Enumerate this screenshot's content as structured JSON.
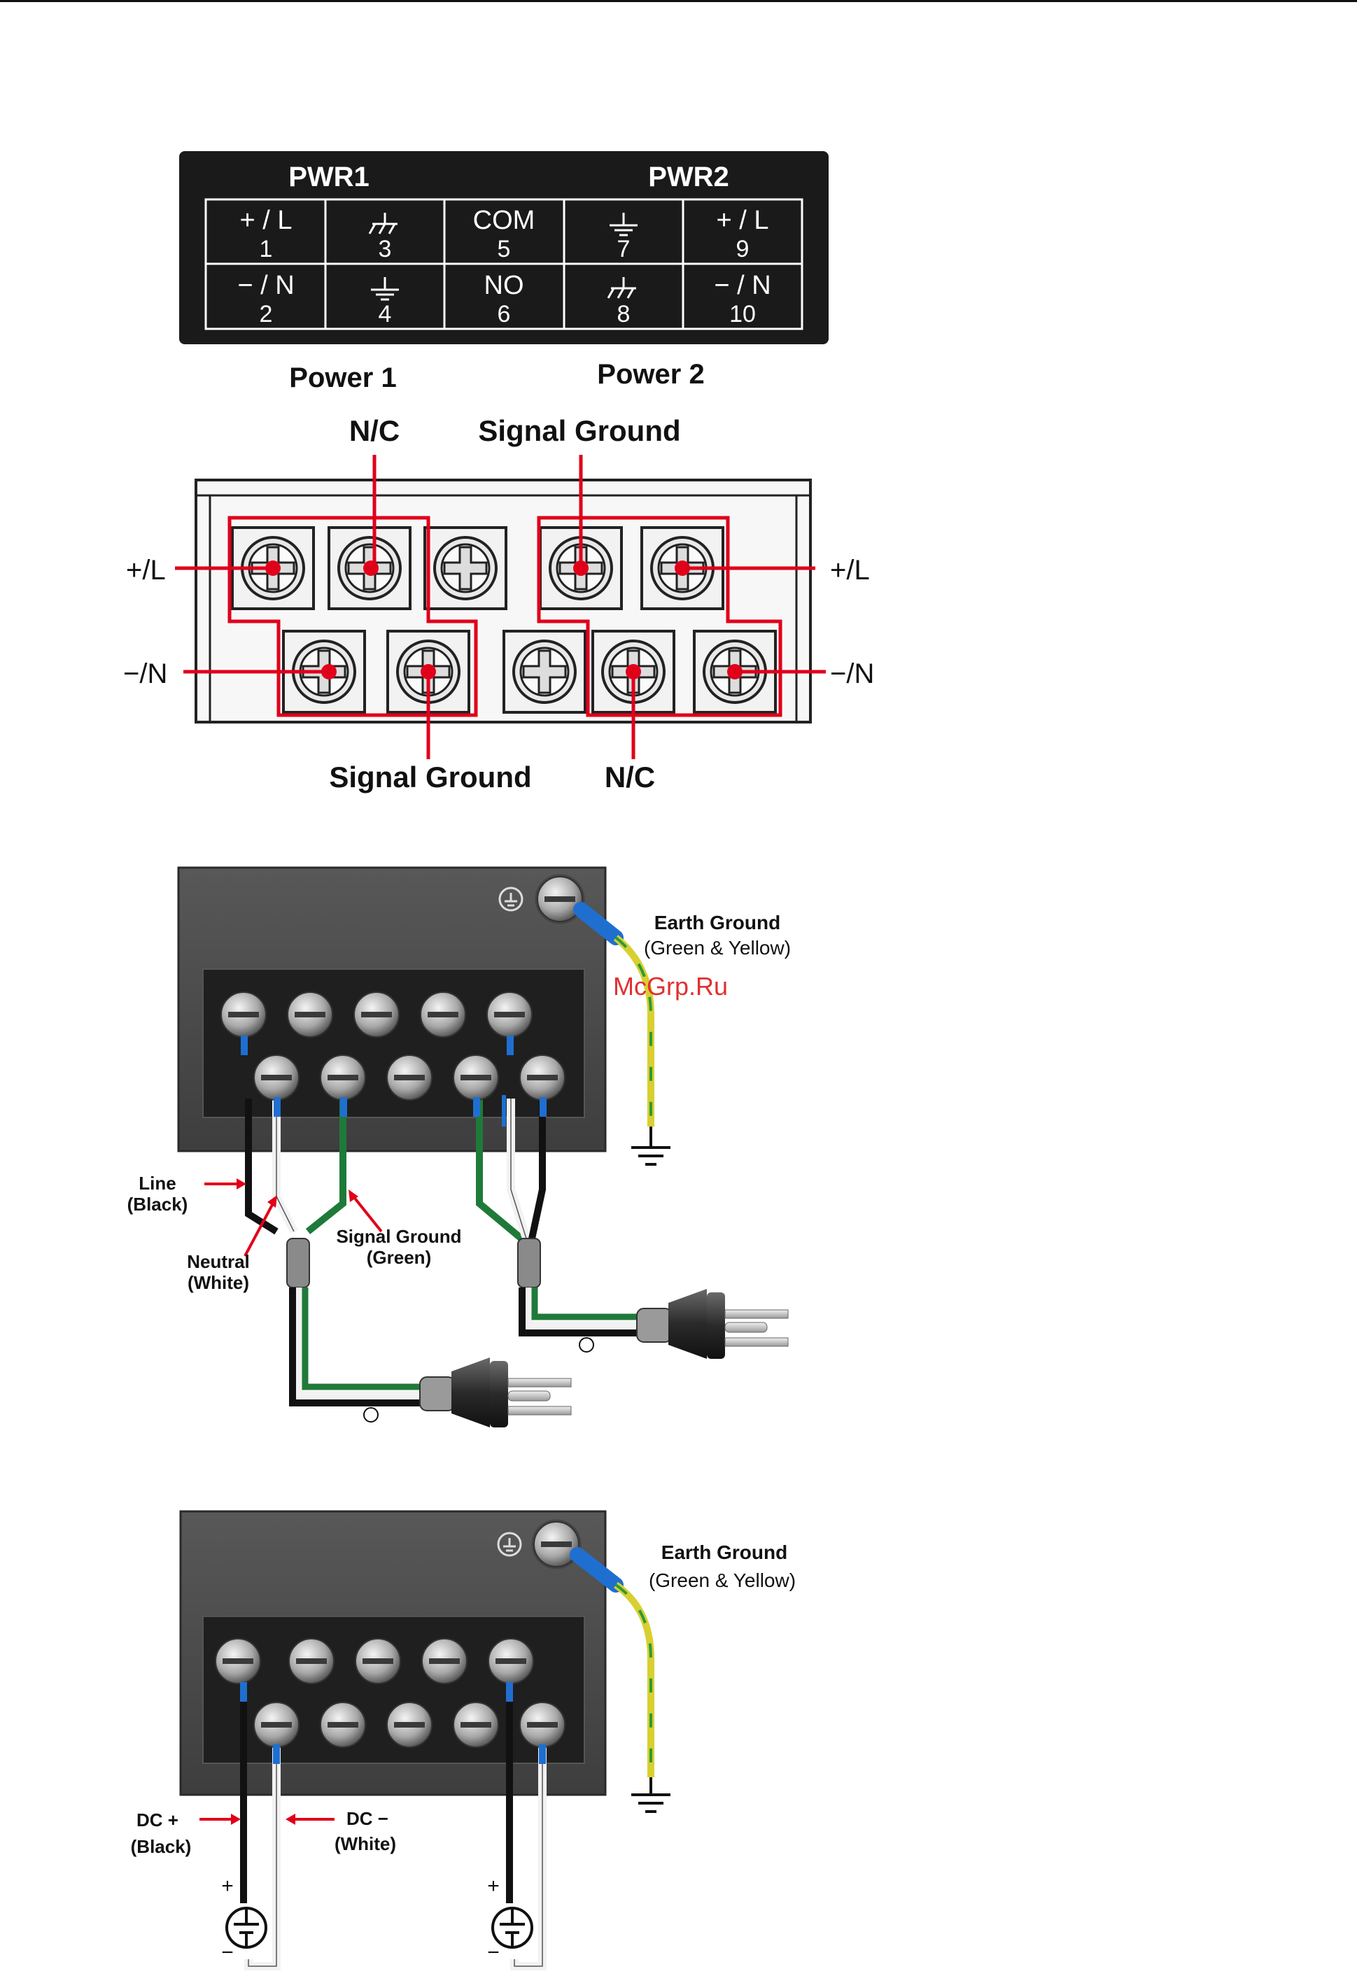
{
  "panel": {
    "pwr1_label": "PWR1",
    "pwr2_label": "PWR2",
    "cells": [
      {
        "sym": "+ / L",
        "num": "1"
      },
      {
        "sym": "",
        "num": "3",
        "icon": "chassis-ground-icon"
      },
      {
        "sym": "COM",
        "num": "5"
      },
      {
        "sym": "",
        "num": "7",
        "icon": "earth-ground-icon"
      },
      {
        "sym": "+ / L",
        "num": "9"
      },
      {
        "sym": "− / N",
        "num": "2"
      },
      {
        "sym": "",
        "num": "4",
        "icon": "earth-ground-icon"
      },
      {
        "sym": "NO",
        "num": "6"
      },
      {
        "sym": "",
        "num": "8",
        "icon": "chassis-ground-icon"
      },
      {
        "sym": "− / N",
        "num": "10"
      }
    ]
  },
  "terminal": {
    "power1": "Power 1",
    "power2": "Power 2",
    "nc_top": "N/C",
    "sg_top": "Signal Ground",
    "sg_bottom": "Signal Ground",
    "nc_bottom": "N/C",
    "plus_l": "+/L",
    "minus_n": "−/N"
  },
  "ac": {
    "earth_title": "Earth Ground",
    "earth_sub": "(Green & Yellow)",
    "watermark": "McGrp.Ru",
    "line": "Line",
    "line_sub": "(Black)",
    "neutral": "Neutral",
    "neutral_sub": "(White)",
    "sg": "Signal Ground",
    "sg_sub": "(Green)"
  },
  "dc": {
    "earth_title": "Earth Ground",
    "earth_sub": "(Green & Yellow)",
    "dcplus": "DC +",
    "dcplus_sub": "(Black)",
    "dcminus": "DC −",
    "dcminus_sub": "(White)",
    "plus": "+",
    "minus": "−"
  },
  "colors": {
    "callout_red": "#e0001a",
    "wire_green": "#1f7a3a",
    "wire_black": "#111111",
    "wire_white": "#f2f2f2",
    "earth_yellow": "#d8d030",
    "insulator_blue": "#1f6fd0",
    "device_gray": "#4a4a4a"
  }
}
